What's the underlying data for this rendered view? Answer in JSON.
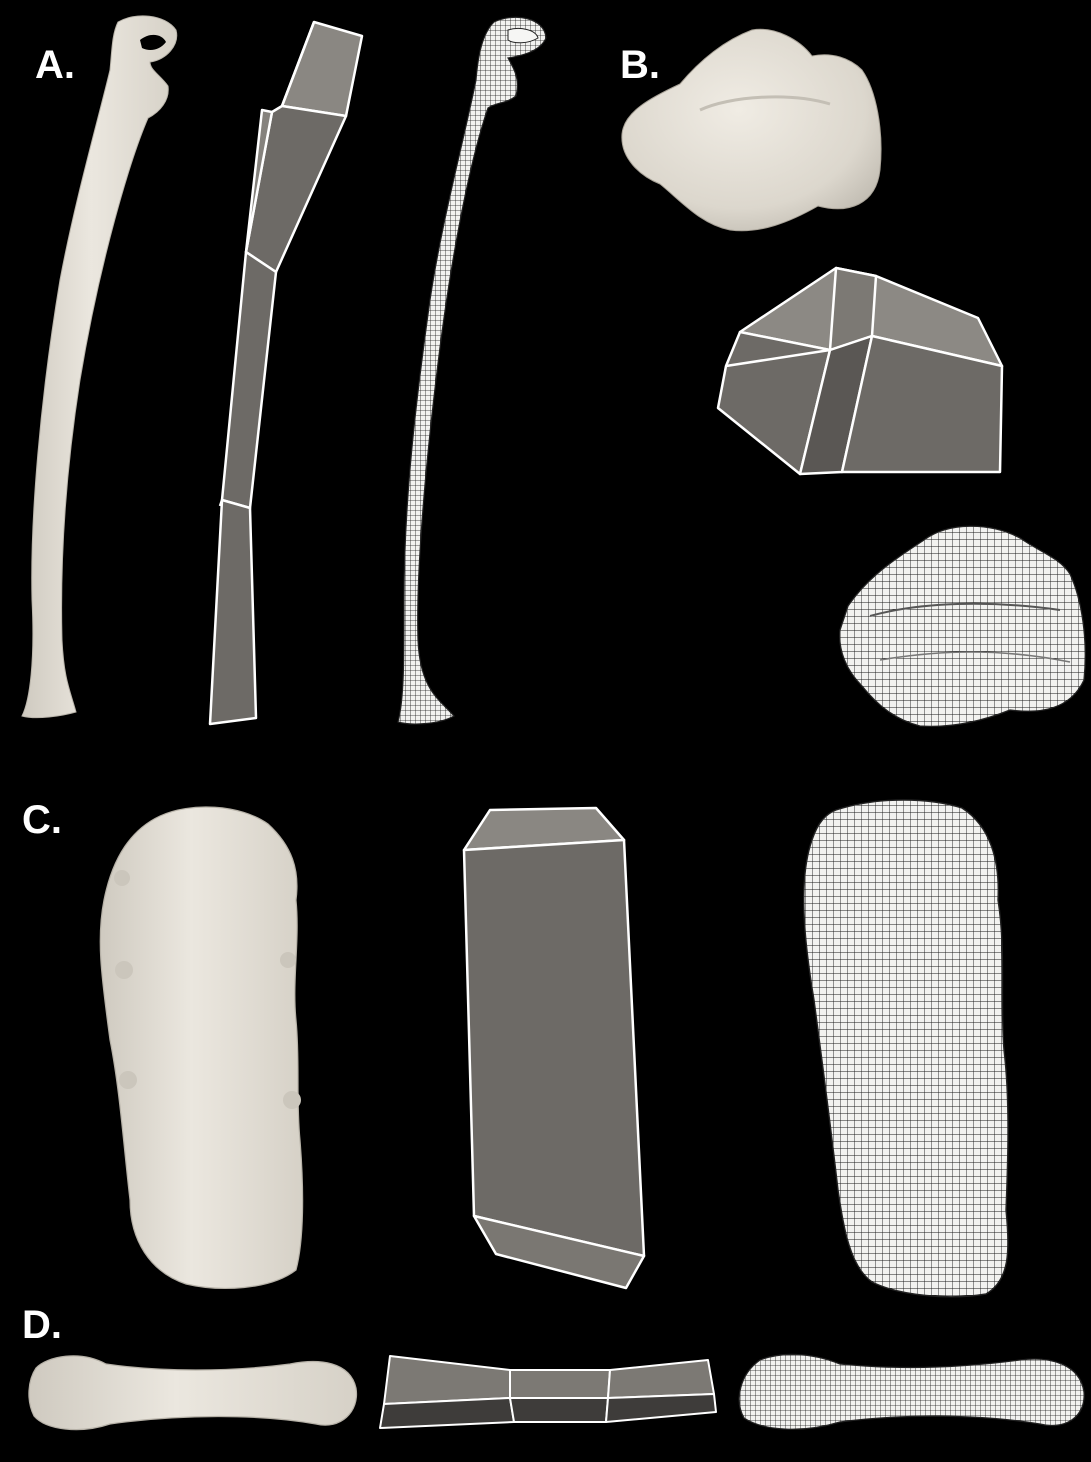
{
  "figure": {
    "background": "#000000",
    "bone_color": "#e4e0d8",
    "block_face_color": "#6d6a66",
    "block_edge_color": "#ffffff",
    "mesh_line_color": "#1a1a1a",
    "panels": [
      {
        "label": "A.",
        "specimen": "rib",
        "views": [
          "smooth-surface-model",
          "hexahedral-block-structure",
          "hexahedral-mesh"
        ]
      },
      {
        "label": "B.",
        "specimen": "carpal",
        "views": [
          "smooth-surface-model",
          "hexahedral-block-structure",
          "hexahedral-mesh"
        ]
      },
      {
        "label": "C.",
        "specimen": "sternebra",
        "views": [
          "smooth-surface-model",
          "hexahedral-block-structure",
          "hexahedral-mesh"
        ]
      },
      {
        "label": "D.",
        "specimen": "phalanx",
        "views": [
          "smooth-surface-model",
          "hexahedral-block-structure",
          "hexahedral-mesh"
        ]
      }
    ]
  }
}
